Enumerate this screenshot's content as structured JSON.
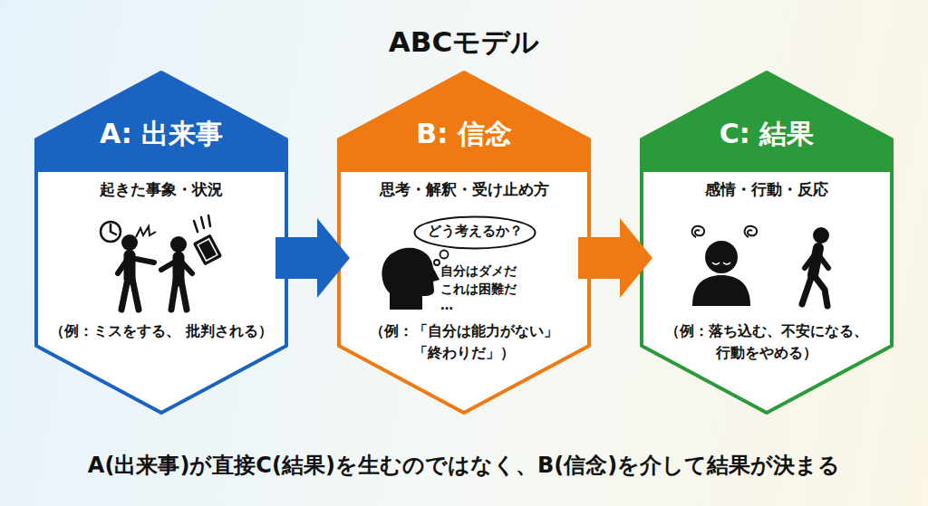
{
  "diagram": {
    "title": "ABCモデル",
    "caption": "A(出来事)が直接C(結果)を生むのではなく、B(信念)を介して結果が決まる",
    "nodes": [
      {
        "text": [
          "A: 出来事",
          "起きた事象・状況",
          "（例：ミスをする、 批判される）"
        ]
      },
      {
        "text": [
          "B: 信念",
          "思考・解釈・受け止め方",
          "（例：「自分は能力がない」 「終わりだ」）"
        ]
      },
      {
        "text": [
          "どう考えるか？"
        ],
        "in": 1
      },
      {
        "text": [
          "C: 結果",
          "感情・行動・反応",
          "（例：落ち込む、不安になる、 行動をやめる）"
        ]
      }
    ],
    "edges": [
      {
        "from": 0,
        "to": 1,
        "arrow": "to"
      },
      {
        "from": 1,
        "to": 3,
        "arrow": "to"
      }
    ],
    "labels": [
      "自分はダメだ",
      "これは困難だ",
      "…"
    ]
  }
}
